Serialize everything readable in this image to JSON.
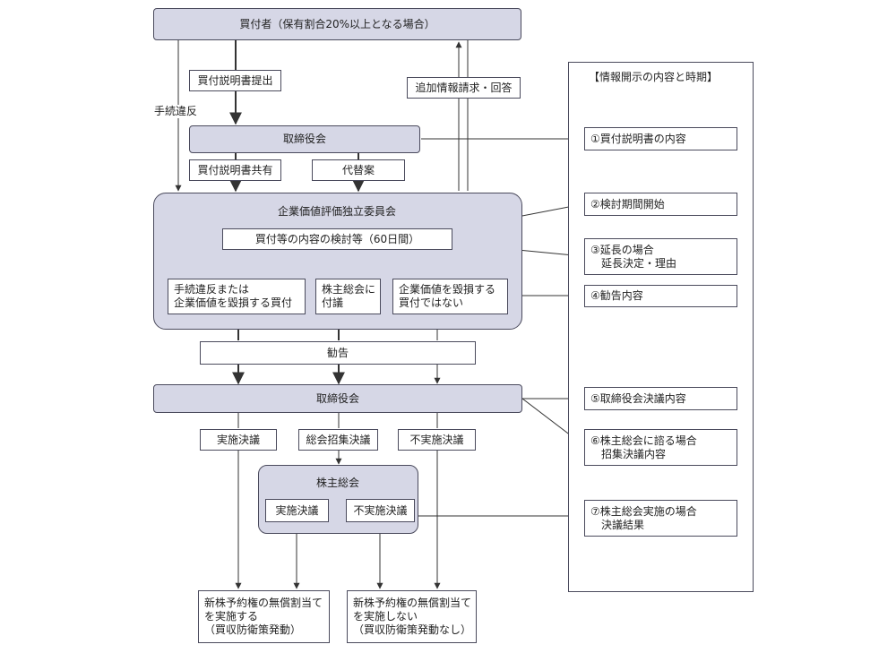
{
  "nodes": {
    "buyer": "買付者（保有割合20%以上となる場合）",
    "submit_statement": "買付説明書提出",
    "info_request": "追加情報請求・回答",
    "procedure_violation": "手続違反",
    "board_1": "取締役会",
    "share_statement": "買付説明書共有",
    "alternative": "代替案",
    "committee_title": "企業価値評価独立委員会",
    "review": "買付等の内容の検討等（60日間）",
    "harmful": "手続違反または\n企業価値を毀損する買付",
    "refer_meeting": "株主総会に\n付議",
    "not_harmful": "企業価値を毀損する\n買付ではない",
    "recommendation": "勧告",
    "board_2": "取締役会",
    "implement_resolution": "実施決議",
    "meeting_convocation": "総会招集決議",
    "non_implement_resolution": "不実施決議",
    "shareholders_meeting": "株主総会",
    "sh_implement": "実施決議",
    "sh_non_implement": "不実施決議",
    "outcome_implement": "新株予約権の無償割当て\nを実施する\n（買収防衛策発動）",
    "outcome_non_implement": "新株予約権の無償割当て\nを実施しない\n（買収防衛策発動なし）"
  },
  "disclosure": {
    "title": "【情報開示の内容と時期】",
    "items": [
      "①買付説明書の内容",
      "②検討期間開始",
      "③延長の場合\n　延長決定・理由",
      "④勧告内容",
      "⑤取締役会決議内容",
      "⑥株主総会に諮る場合\n　招集決議内容",
      "⑦株主総会実施の場合\n　決議結果"
    ]
  }
}
